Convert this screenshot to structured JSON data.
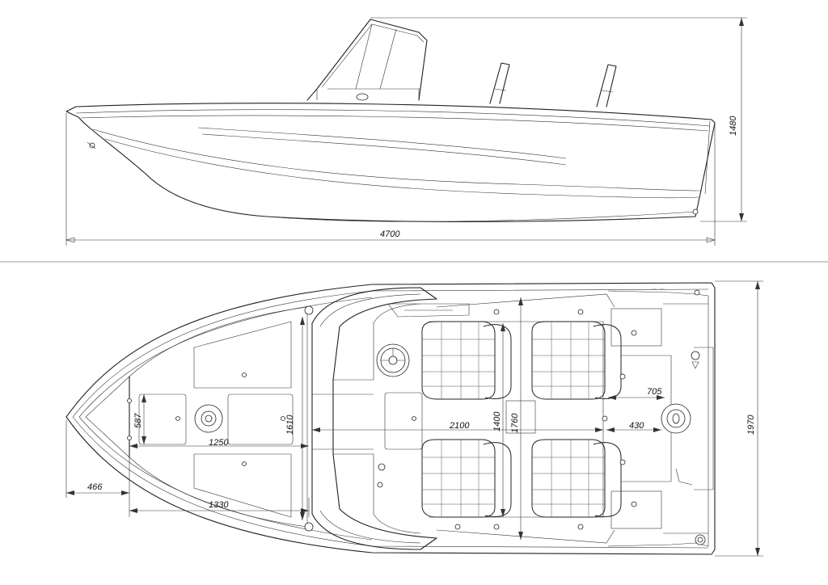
{
  "dimensions": {
    "length_overall": "4700",
    "height_side": "1480",
    "beam": "1970",
    "bow_offset": "466",
    "forward_deck_length": "1330",
    "forward_hatch_length": "1250",
    "forward_hatch_width": "587",
    "forward_cockpit_width": "1610",
    "cockpit_length": "2100",
    "seat_spacing_inner": "1400",
    "seat_spacing_outer": "1760",
    "aft_well_depth": "430",
    "aft_locker_width": "705"
  },
  "colors": {
    "line": "#222222",
    "background": "#ffffff"
  }
}
